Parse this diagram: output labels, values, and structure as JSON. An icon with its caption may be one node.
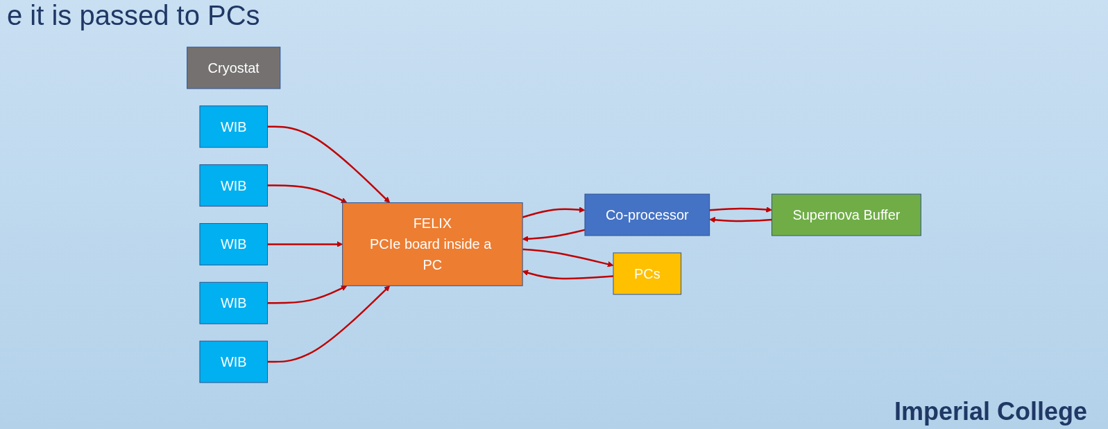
{
  "diagram": {
    "title": "e it is passed to PCs",
    "nodes": [
      {
        "text": [
          "Cryostat"
        ]
      },
      {
        "text": [
          "WIB"
        ]
      },
      {
        "text": [
          "WIB"
        ]
      },
      {
        "text": [
          "WIB"
        ]
      },
      {
        "text": [
          "WIB"
        ]
      },
      {
        "text": [
          "WIB"
        ]
      },
      {
        "text": [
          "FELIX",
          "PCIe board inside a PC"
        ]
      },
      {
        "text": [
          "Co-processor"
        ]
      },
      {
        "text": [
          "Supernova Buffer"
        ]
      },
      {
        "text": [
          "PCs"
        ]
      }
    ],
    "edges": [
      {
        "from": 1,
        "to": 6,
        "arrow": "to"
      },
      {
        "from": 2,
        "to": 6,
        "arrow": "to"
      },
      {
        "from": 3,
        "to": 6,
        "arrow": "to"
      },
      {
        "from": 4,
        "to": 6,
        "arrow": "to"
      },
      {
        "from": 5,
        "to": 6,
        "arrow": "to"
      },
      {
        "from": 8,
        "to": 7,
        "arrow": "to"
      },
      {
        "from": 7,
        "to": 8,
        "arrow": "to"
      },
      {
        "from": 7,
        "to": 6,
        "arrow": "to"
      },
      {
        "from": 6,
        "to": 7,
        "arrow": "to"
      },
      {
        "from": 6,
        "to": 9,
        "arrow": "to"
      },
      {
        "from": 9,
        "to": 6,
        "arrow": "to"
      }
    ],
    "labels": [
      "Imperial College"
    ]
  }
}
